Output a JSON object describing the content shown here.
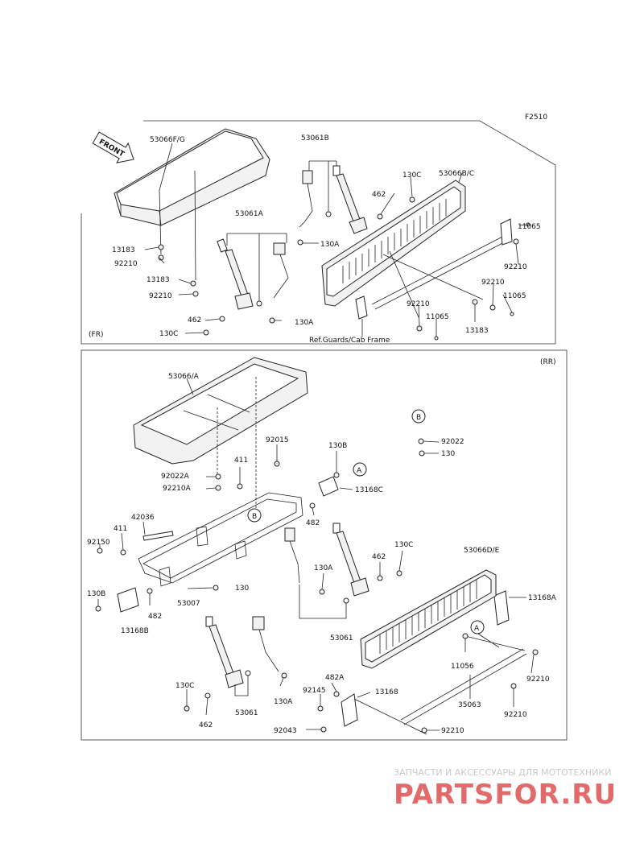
{
  "figure_code": "F2510",
  "section_labels": {
    "front": "(FR)",
    "rear": "(RR)"
  },
  "front_arrow": "FRONT",
  "reference_note": "Ref.Guards/Cab Frame",
  "front_parts": [
    "53066F/G",
    "53061B",
    "130C",
    "53066B/C",
    "462",
    "11065",
    "53061A",
    "130A",
    "13183",
    "92210",
    "92210",
    "11065",
    "13183",
    "92210",
    "92210",
    "130A",
    "462",
    "130C",
    "92210",
    "11065",
    "13183"
  ],
  "rear_parts": [
    "53066/A",
    "B",
    "92022",
    "130",
    "92015",
    "130B",
    "A",
    "92022A",
    "411",
    "13168C",
    "92210A",
    "B",
    "42036",
    "482",
    "411",
    "92150",
    "130C",
    "53066D/E",
    "130A",
    "462",
    "130B",
    "13168A",
    "53007",
    "130",
    "482",
    "A",
    "13168B",
    "53061",
    "11056",
    "92210",
    "130C",
    "482A",
    "130A",
    "92145",
    "13168",
    "35063",
    "92210",
    "53061",
    "462",
    "92043",
    "92210"
  ],
  "watermark": {
    "tagline": "ЗАПЧАСТИ И АКСЕССУАРЫ ДЛЯ МОТОТЕХНИКИ",
    "logo": "PARTSFOR.RU"
  }
}
